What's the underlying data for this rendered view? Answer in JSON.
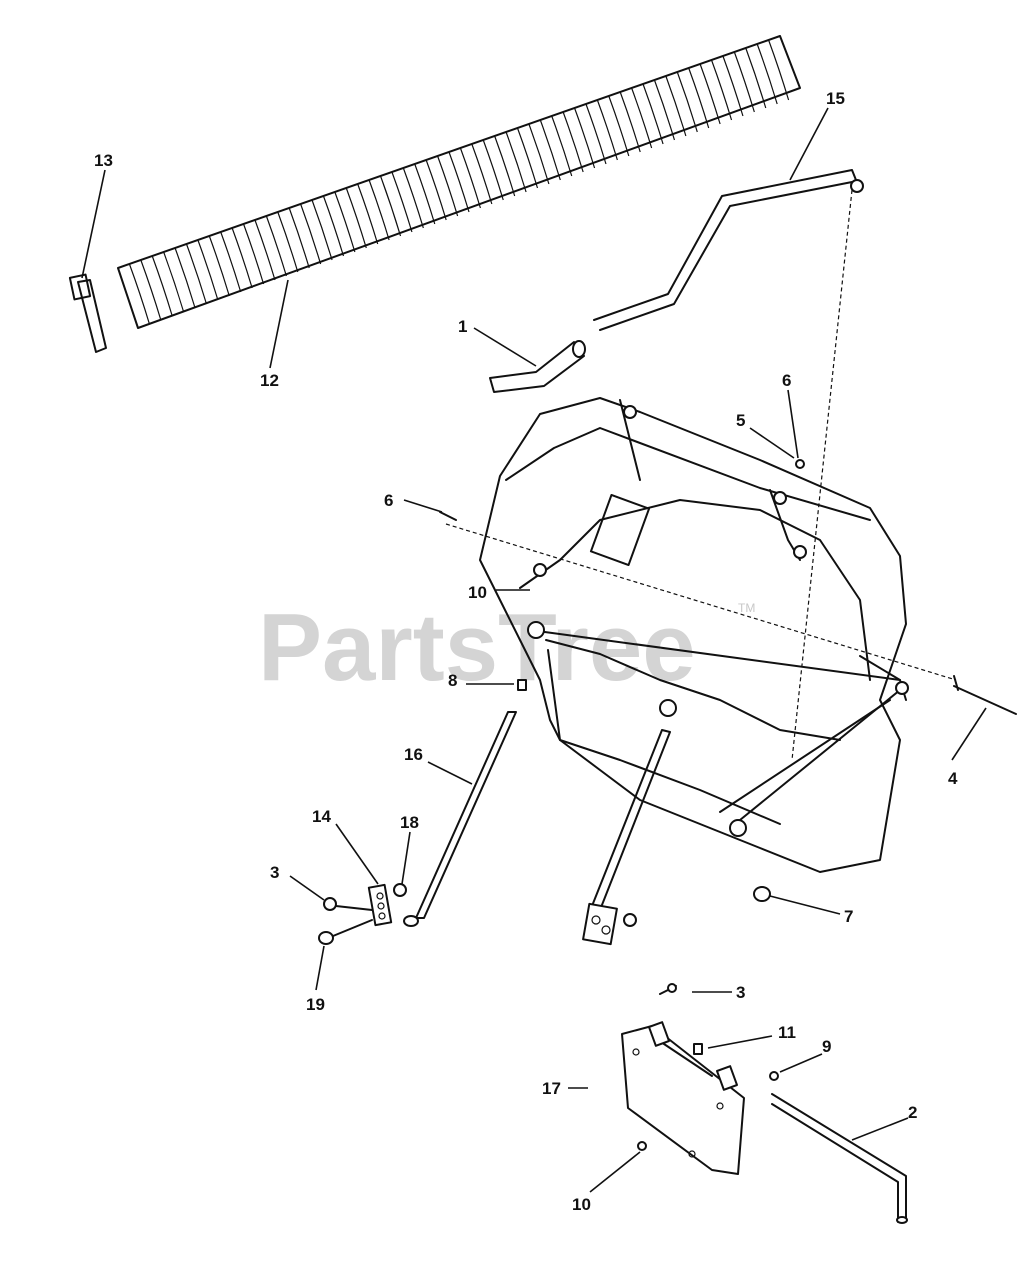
{
  "watermark": {
    "text": "PartsTree",
    "tm": "TM"
  },
  "callouts": [
    {
      "id": "c-13",
      "label": "13"
    },
    {
      "id": "c-12",
      "label": "12"
    },
    {
      "id": "c-15",
      "label": "15"
    },
    {
      "id": "c-1",
      "label": "1"
    },
    {
      "id": "c-6a",
      "label": "6"
    },
    {
      "id": "c-5",
      "label": "5"
    },
    {
      "id": "c-6b",
      "label": "6"
    },
    {
      "id": "c-10a",
      "label": "10"
    },
    {
      "id": "c-8",
      "label": "8"
    },
    {
      "id": "c-4",
      "label": "4"
    },
    {
      "id": "c-16",
      "label": "16"
    },
    {
      "id": "c-14",
      "label": "14"
    },
    {
      "id": "c-18",
      "label": "18"
    },
    {
      "id": "c-3a",
      "label": "3"
    },
    {
      "id": "c-19",
      "label": "19"
    },
    {
      "id": "c-7",
      "label": "7"
    },
    {
      "id": "c-3b",
      "label": "3"
    },
    {
      "id": "c-11",
      "label": "11"
    },
    {
      "id": "c-9",
      "label": "9"
    },
    {
      "id": "c-17",
      "label": "17"
    },
    {
      "id": "c-2",
      "label": "2"
    },
    {
      "id": "c-10b",
      "label": "10"
    }
  ]
}
